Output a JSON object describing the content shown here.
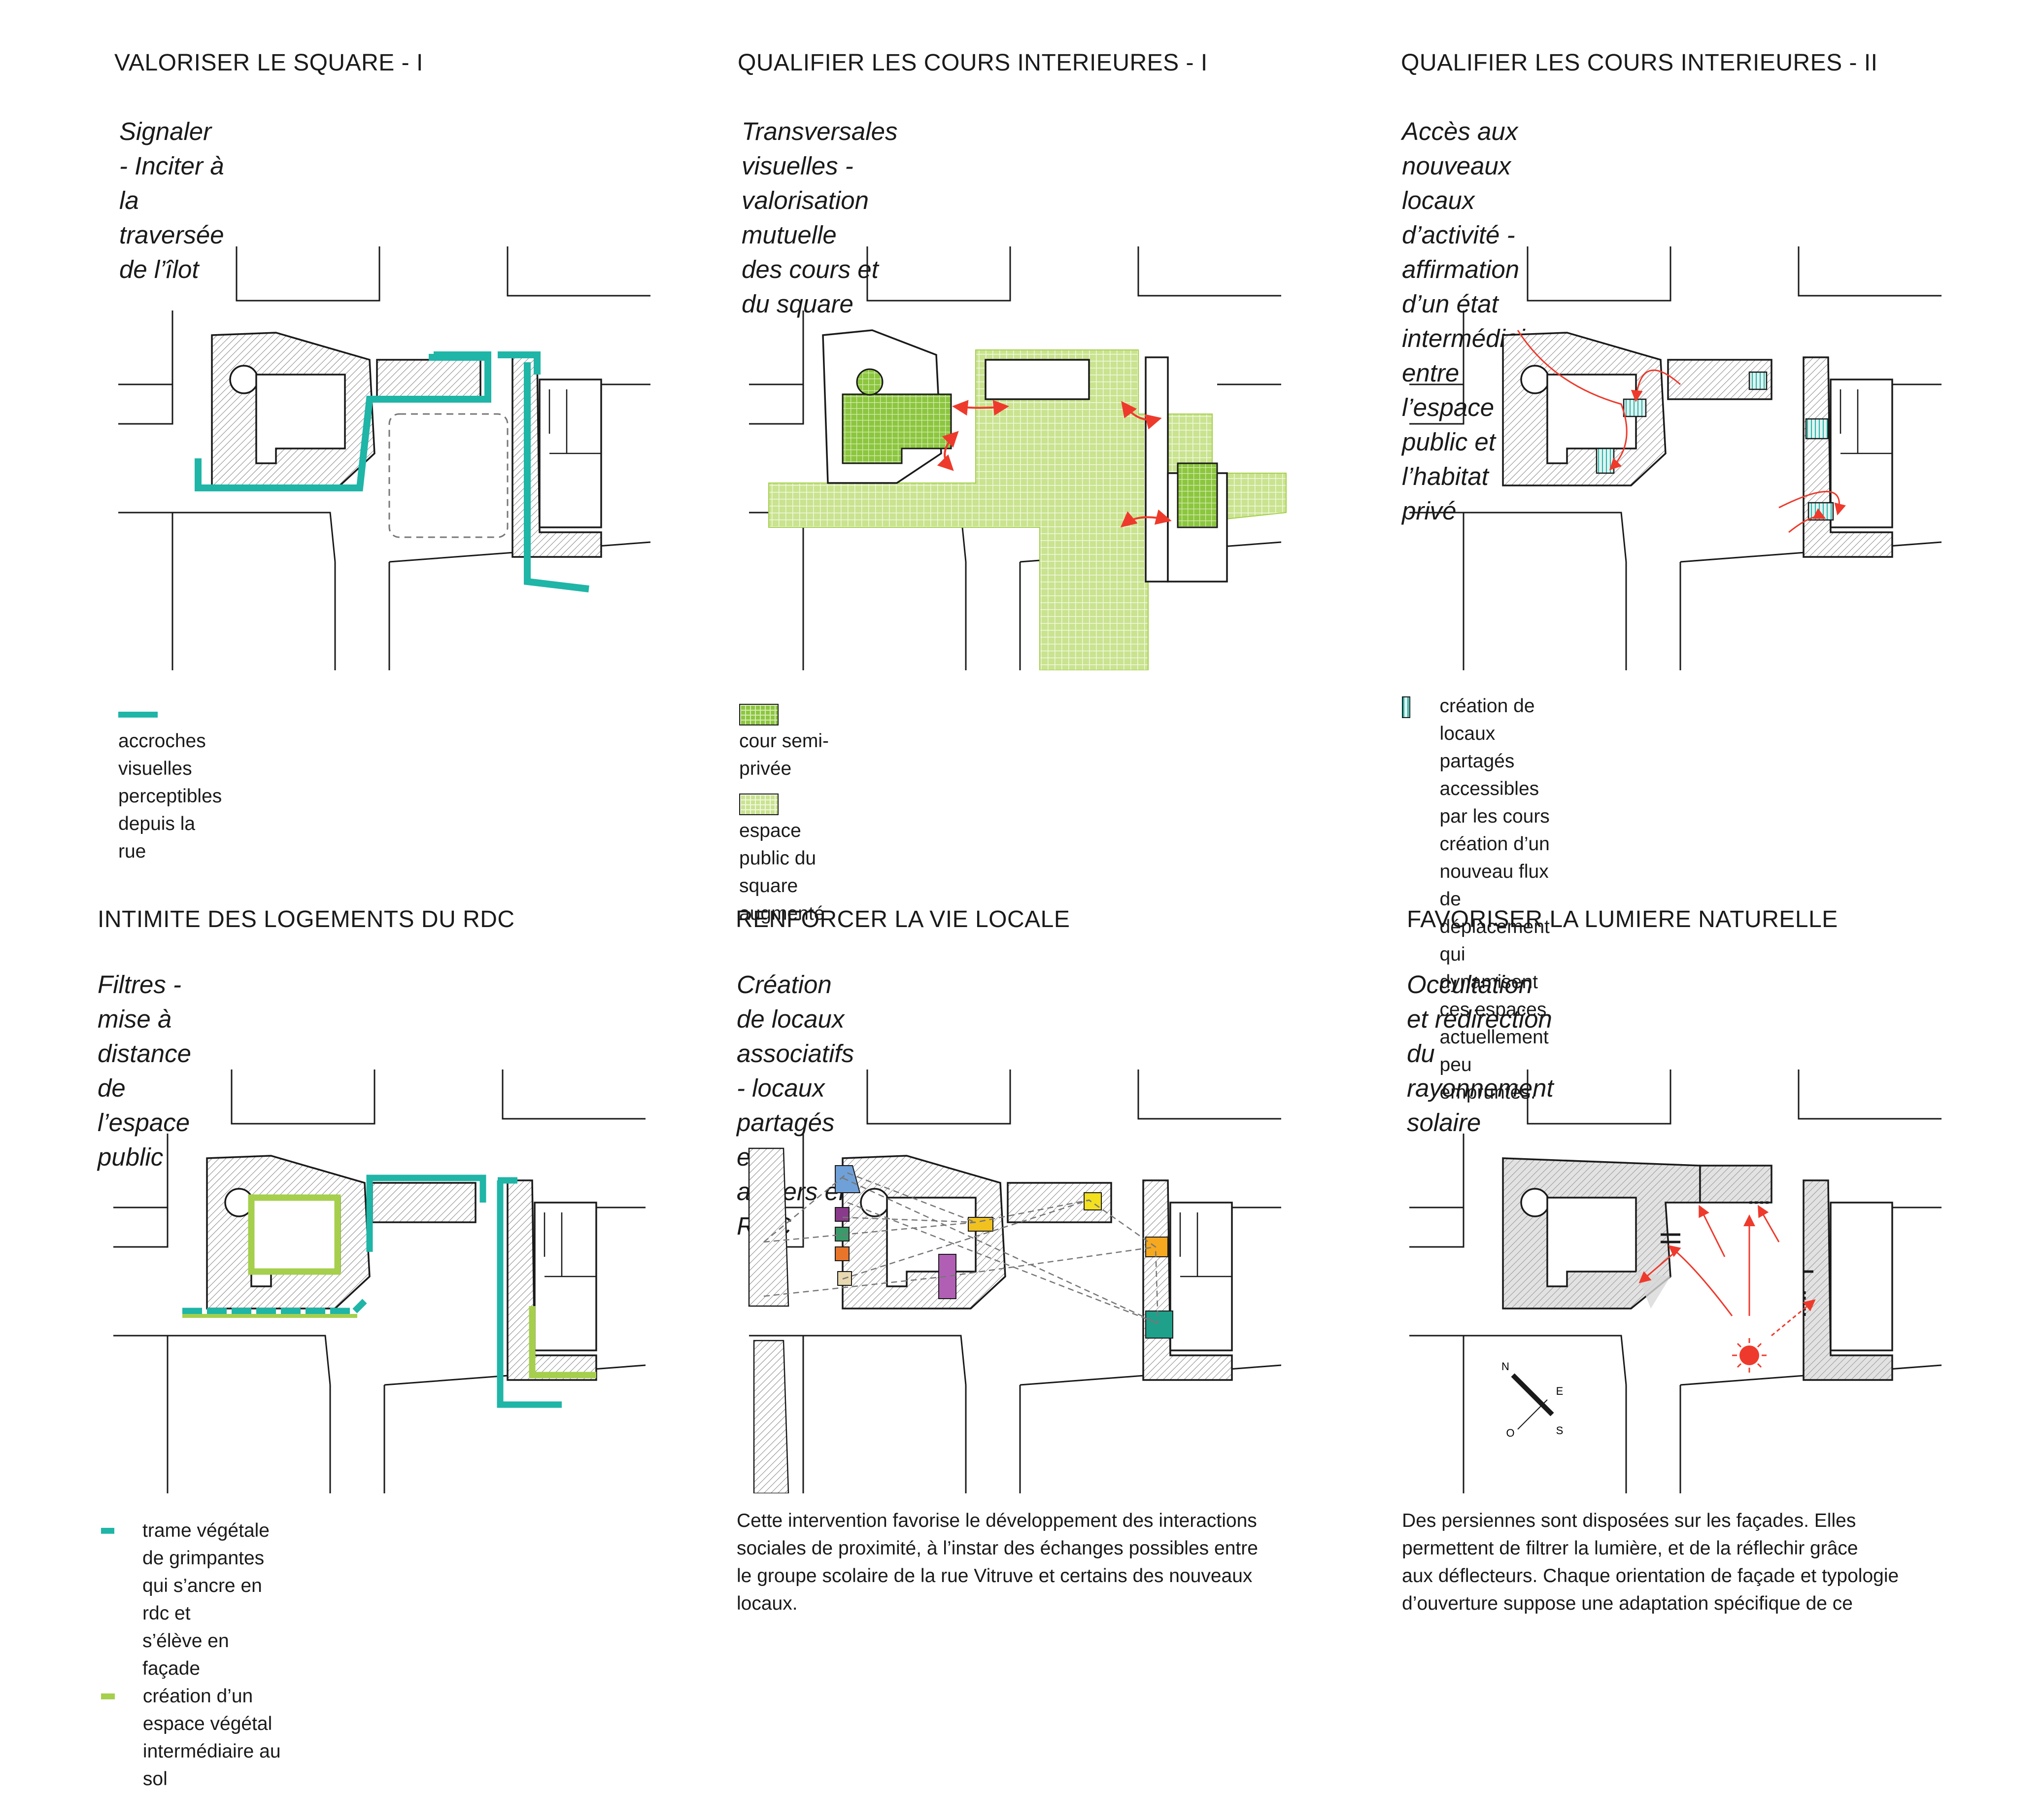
{
  "colors": {
    "teal": "#1fb5a7",
    "lightgreen": "#a5cf4c",
    "green": "#7bbf3a",
    "red": "#ee3a2c",
    "hatch": "#555555",
    "line": "#1a1a1a"
  },
  "panels": [
    {
      "title": "VALORISER LE SQUARE - I",
      "subtitle_lines": [
        "Signaler - Inciter à la traversée de l’îlot"
      ],
      "legend": [
        {
          "swatch": "teal-line",
          "text_lines": [
            "accroches visuelles perceptibles depuis la rue"
          ]
        }
      ]
    },
    {
      "title": "QUALIFIER LES COURS INTERIEURES - I",
      "subtitle_lines": [
        "Transversales visuelles - valorisation mutuelle",
        "des cours et du square"
      ],
      "legend": [
        {
          "swatch": "green-grid-dense",
          "text_lines": [
            "cour semi-privée"
          ]
        },
        {
          "swatch": "green-grid-light",
          "text_lines": [
            "espace public du square augmenté"
          ]
        }
      ]
    },
    {
      "title": "QUALIFIER LES COURS INTERIEURES - II",
      "subtitle_lines": [
        "Accès aux nouveaux locaux d’activité - affirmation",
        "d’un état intermédiaire entre l’espace public et",
        "l’habitat privé"
      ],
      "legend": [
        {
          "swatch": "teal-hatch",
          "text_lines": [
            "création de locaux partagés accessibles par les cours",
            "création d’un nouveau flux de déplacement qui",
            "dynamisent ces espaces actuellement peu empruntés."
          ]
        }
      ]
    },
    {
      "title": "INTIMITE DES LOGEMENTS DU RDC",
      "subtitle_lines": [
        "Filtres - mise à distance de l’espace public"
      ],
      "legend": [
        {
          "swatch": "teal-line",
          "text_lines": [
            "trame végétale de grimpantes qui s’ancre en rdc et",
            "s’élève en façade"
          ]
        },
        {
          "swatch": "lightgreen-line",
          "text_lines": [
            "création d’un espace végétal intermédiaire au sol"
          ]
        }
      ]
    },
    {
      "title": "RENFORCER LA VIE LOCALE",
      "subtitle_lines": [
        "Création de locaux associatifs - locaux partagés et",
        "ateliers en RDC"
      ],
      "legend": [
        {
          "swatch": "none",
          "text_lines": [
            "Cette intervention favorise le développement des interactions",
            "sociales de proximité, à l’instar des échanges possibles entre",
            "le groupe scolaire de la rue Vitruve et certains des nouveaux",
            "locaux."
          ]
        }
      ]
    },
    {
      "title": "FAVORISER LA LUMIERE NATURELLE",
      "subtitle_lines": [
        "Occultation et redirection du rayonnement solaire"
      ],
      "legend": [
        {
          "swatch": "none",
          "text_lines": [
            "Des persiennes sont disposées sur les façades. Elles",
            "permettent de filtrer la lumière, et de la réflechir grâce",
            "aux déflecteurs. Chaque orientation de façade et typologie",
            "d’ouverture suppose une adaptation spécifique de ce"
          ]
        }
      ],
      "compass": {
        "n": "N",
        "e": "E",
        "s": "S",
        "o": "O"
      }
    }
  ]
}
